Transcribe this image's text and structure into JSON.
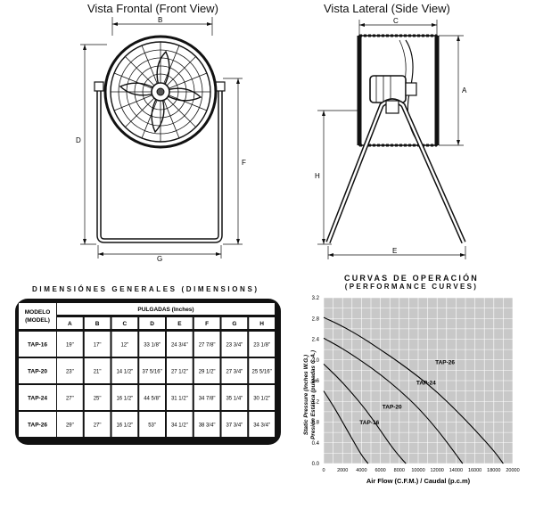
{
  "views": {
    "front_title": "Vista Frontal (Front View)",
    "side_title": "Vista Lateral (Side View)",
    "labels": {
      "b": "B",
      "d": "D",
      "f": "F",
      "g": "G",
      "c": "C",
      "a": "A",
      "h": "H",
      "e": "E"
    }
  },
  "dimensions": {
    "title": "DIMENSIÓNES GENERALES (DIMENSIONS)",
    "model_header": "MODELO (MODEL)",
    "unit_header": "PULGADAS (Inches)",
    "columns": [
      "A",
      "B",
      "C",
      "D",
      "E",
      "F",
      "G",
      "H"
    ],
    "rows": [
      {
        "model": "TAP-16",
        "values": [
          "19\"",
          "17\"",
          "12\"",
          "33 1/8\"",
          "24 3/4\"",
          "27 7/8\"",
          "23 3/4\"",
          "23 1/8\""
        ]
      },
      {
        "model": "TAP-20",
        "values": [
          "23\"",
          "21\"",
          "14 1/2\"",
          "37 5/16\"",
          "27 1/2\"",
          "29 1/2\"",
          "27 3/4\"",
          "25 5/16\""
        ]
      },
      {
        "model": "TAP-24",
        "values": [
          "27\"",
          "25\"",
          "16 1/2\"",
          "44 5/8\"",
          "31 1/2\"",
          "34 7/8\"",
          "35 1/4\"",
          "30 1/2\""
        ]
      },
      {
        "model": "TAP-26",
        "values": [
          "29\"",
          "27\"",
          "16 1/2\"",
          "53\"",
          "34 1/2\"",
          "38 3/4\"",
          "37 3/4\"",
          "34 3/4\""
        ]
      }
    ]
  },
  "chart_data": {
    "type": "line",
    "title": "CURVAS DE OPERACIÓN",
    "subtitle": "(PERFORMANCE CURVES)",
    "xlabel": "Air Flow (C.F.M.) / Caudal (p.c.m)",
    "ylabel": "Static Pressure (Inches W.G.)",
    "ylabel2": "Presión Estática (pulgadas C.A.)",
    "xlim": [
      0,
      20000
    ],
    "ylim": [
      0,
      3.2
    ],
    "xticks": [
      0,
      2000,
      4000,
      6000,
      8000,
      10000,
      12000,
      14000,
      16000,
      18000,
      20000
    ],
    "yticks": [
      0,
      0.4,
      0.8,
      1.2,
      1.6,
      2.0,
      2.4,
      2.8,
      3.2
    ],
    "grid": true,
    "series": [
      {
        "name": "TAP-26",
        "x": [
          0,
          2000,
          4000,
          6000,
          8000,
          10000,
          12000,
          14000,
          16000,
          18000,
          19000
        ],
        "y": [
          2.82,
          2.65,
          2.44,
          2.2,
          1.95,
          1.68,
          1.38,
          1.03,
          0.65,
          0.25,
          0.0
        ]
      },
      {
        "name": "TAP-24",
        "x": [
          0,
          2000,
          4000,
          6000,
          8000,
          10000,
          12000,
          13500,
          14700
        ],
        "y": [
          2.42,
          2.22,
          1.98,
          1.72,
          1.42,
          1.08,
          0.66,
          0.3,
          0.0
        ]
      },
      {
        "name": "TAP-20",
        "x": [
          0,
          1500,
          3000,
          4500,
          6000,
          7200,
          8200,
          8700
        ],
        "y": [
          1.92,
          1.66,
          1.36,
          1.03,
          0.64,
          0.32,
          0.1,
          0.0
        ]
      },
      {
        "name": "TAP-16",
        "x": [
          0,
          1000,
          2000,
          3000,
          4000,
          4700
        ],
        "y": [
          1.4,
          1.12,
          0.8,
          0.48,
          0.16,
          0.0
        ]
      }
    ],
    "curve_labels": [
      {
        "name": "TAP-26",
        "x": 11800,
        "y": 1.92
      },
      {
        "name": "TAP-24",
        "x": 9800,
        "y": 1.52
      },
      {
        "name": "TAP-20",
        "x": 6200,
        "y": 1.06
      },
      {
        "name": "TAP-16",
        "x": 3800,
        "y": 0.76
      }
    ]
  }
}
